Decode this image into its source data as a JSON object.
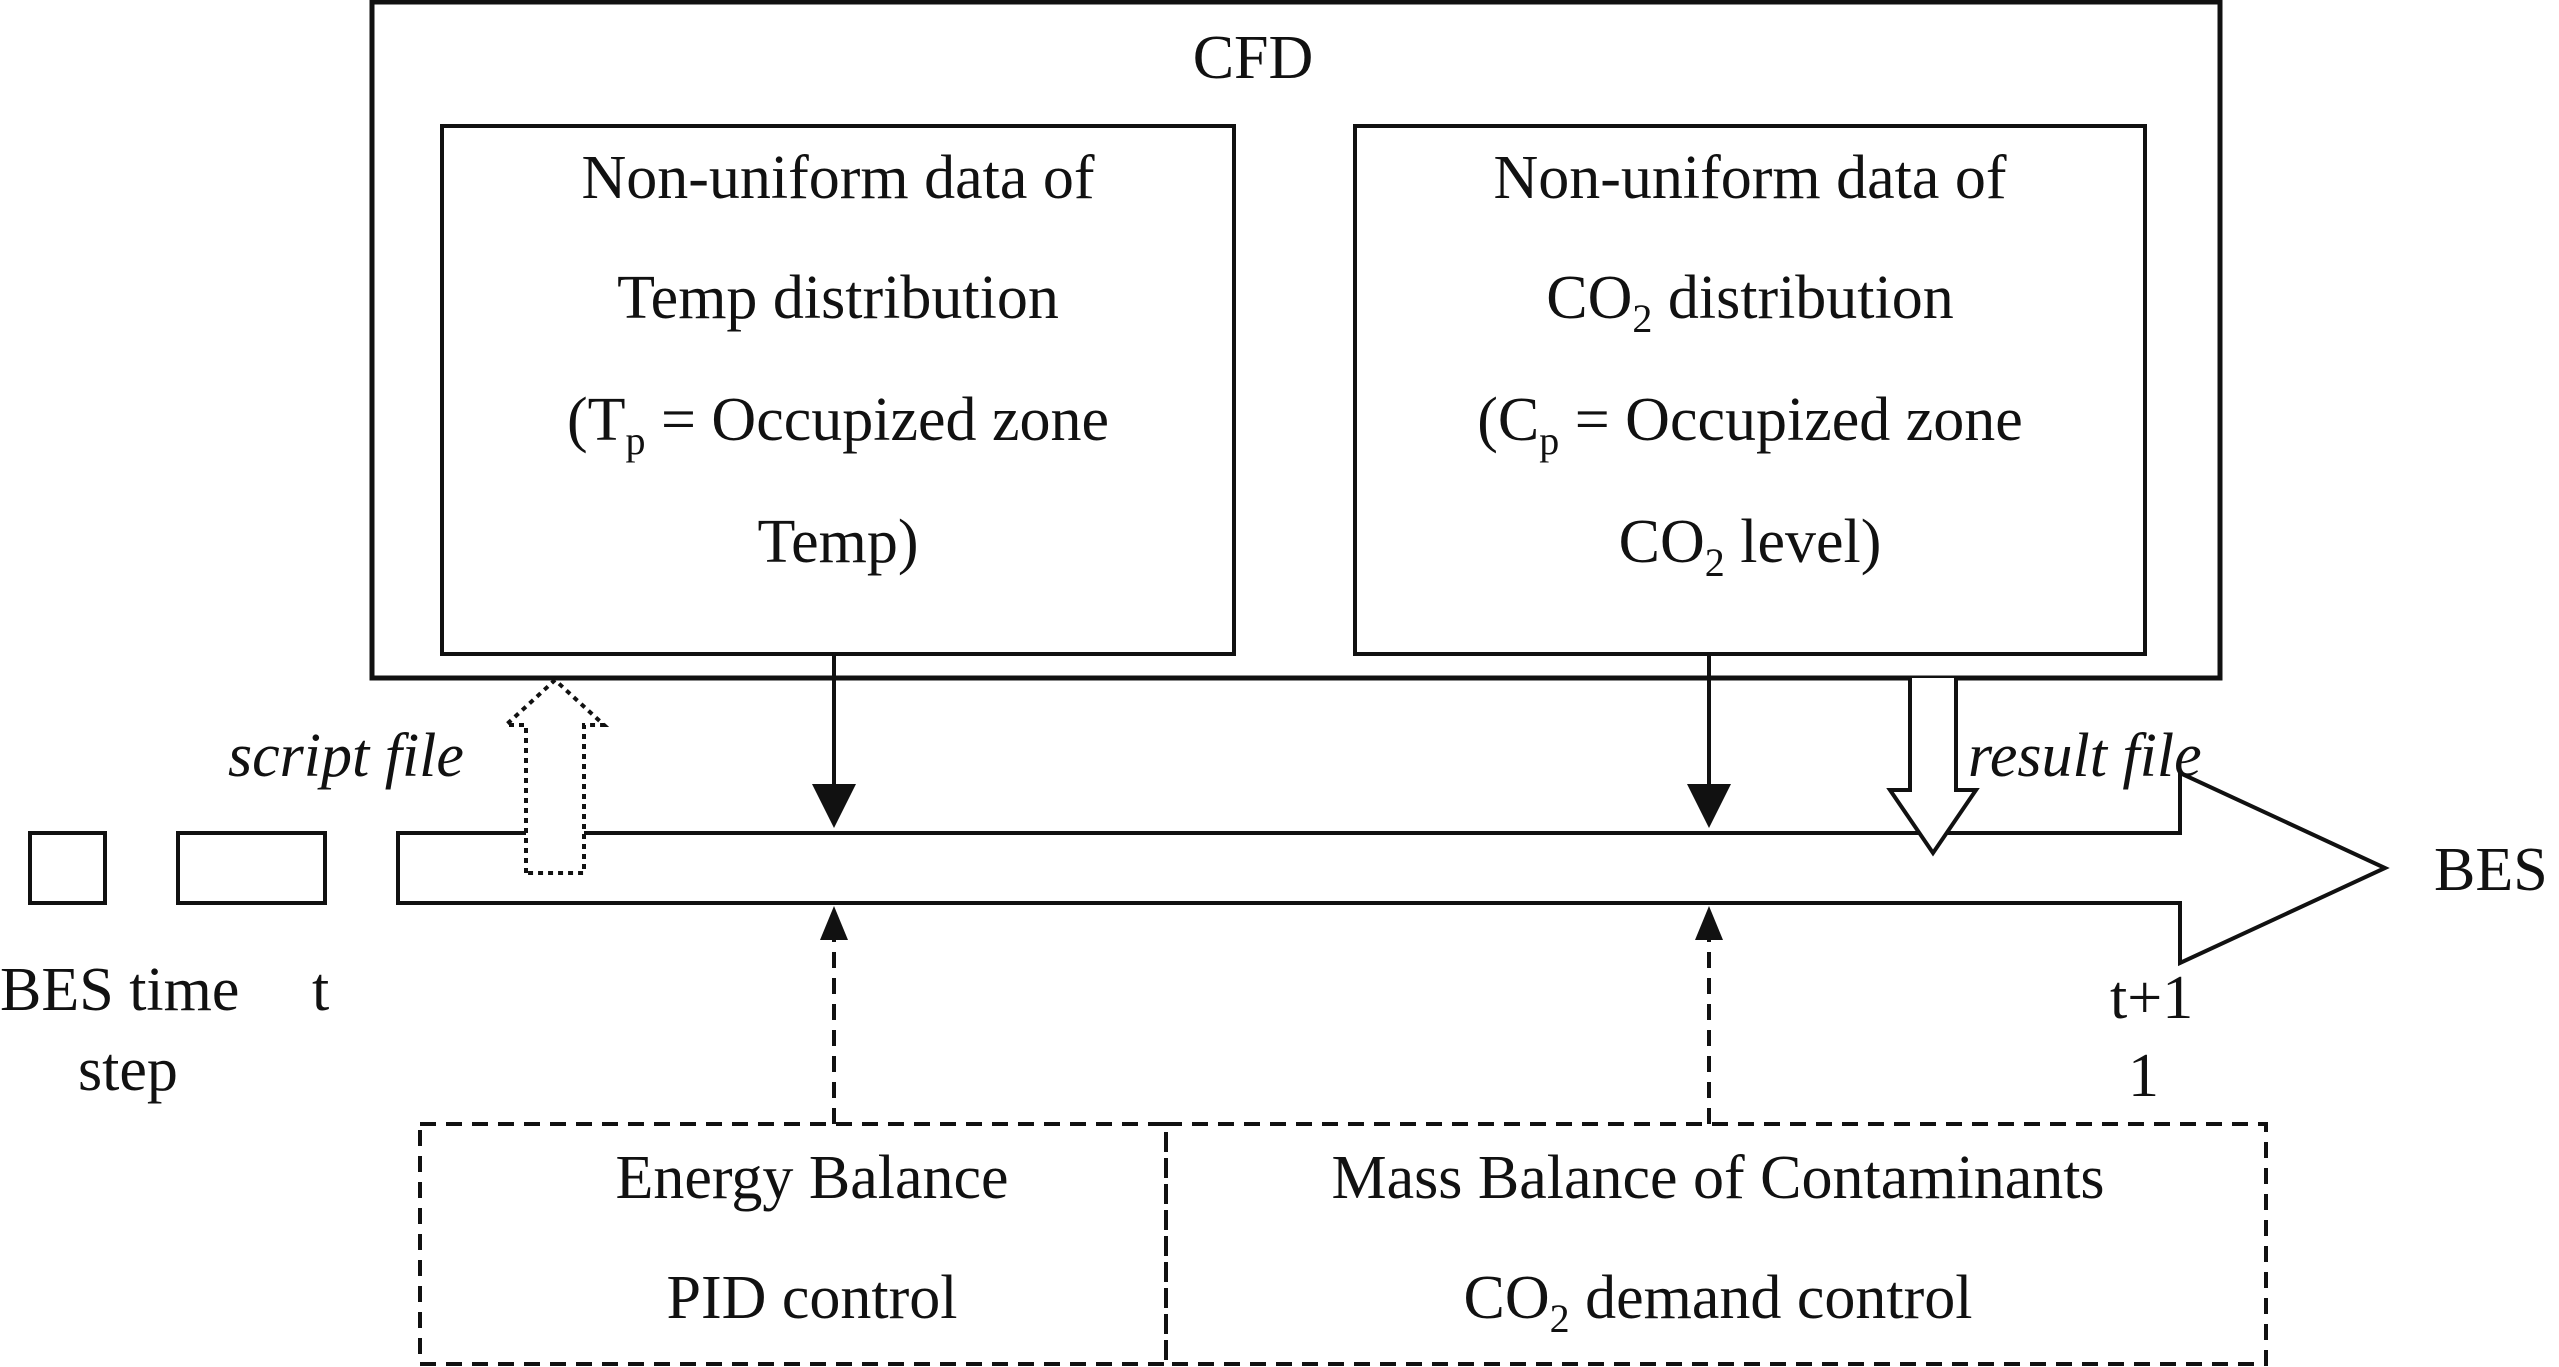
{
  "cfd": {
    "title": "CFD",
    "temp_box": {
      "line1": "Non-uniform data of",
      "line2": "Temp distribution",
      "line3_prefix": "(T",
      "line3_sub": "p",
      "line3_suffix": " = Occupized zone",
      "line4": "Temp)"
    },
    "co2_box": {
      "line1": "Non-uniform data of",
      "line2_prefix": "CO",
      "line2_sub": "2",
      "line2_suffix": " distribution",
      "line3_prefix": "(C",
      "line3_sub": "p",
      "line3_suffix": " = Occupized zone",
      "line4_prefix": "CO",
      "line4_sub": "2",
      "line4_suffix": " level)"
    }
  },
  "labels": {
    "script_file": "script file",
    "result_file": "result file",
    "bes": "BES",
    "bes_time_step_1": "BES time",
    "bes_time_step_2": "step",
    "t": "t",
    "t_plus_1": "t+1",
    "one": "1"
  },
  "energy_box": {
    "line1": "Energy Balance",
    "line2": "PID control"
  },
  "mass_box": {
    "line1": "Mass Balance of Contaminants",
    "line2_prefix": "CO",
    "line2_sub": "2",
    "line2_suffix": " demand control"
  },
  "colors": {
    "stroke": "#111111",
    "background": "#ffffff"
  }
}
